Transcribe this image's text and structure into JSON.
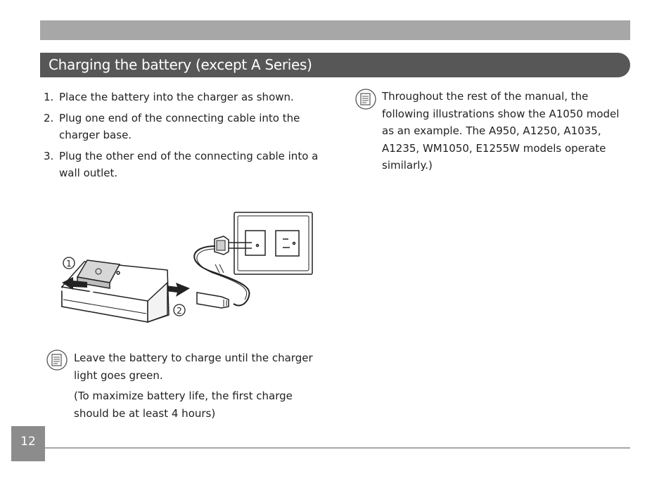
{
  "header": {
    "section_title": "Charging the battery (except A Series)"
  },
  "steps": [
    {
      "num": "1.",
      "text": "Place the battery into the charger as shown."
    },
    {
      "num": "2.",
      "text": "Plug one end of the connecting cable into the charger base."
    },
    {
      "num": "3.",
      "text": "Plug the other end of the connecting cable into a wall outlet."
    }
  ],
  "illustration": {
    "callout_1": "1",
    "callout_2": "2"
  },
  "note_right": {
    "icon": "note-icon",
    "text": "Throughout the rest of the manual, the following illustrations show the A1050 model as an example. The A950, A1250, A1035, A1235, WM1050, E1255W models operate similarly.)"
  },
  "note_left": {
    "icon": "note-icon",
    "line1": "Leave the battery to charge until the charger light goes green.",
    "line2": "(To maximize battery life, the first charge should be at least 4 hours)"
  },
  "footer": {
    "page_number": "12"
  },
  "colors": {
    "header_bar": "#575757",
    "top_bar": "#a7a7a7",
    "page_box": "#8c8c8c"
  }
}
